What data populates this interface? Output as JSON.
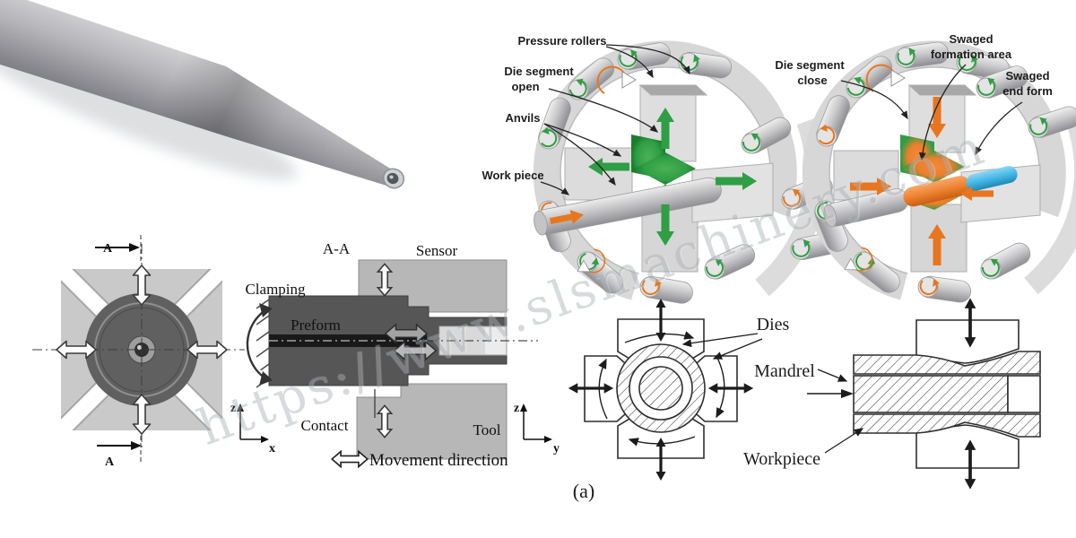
{
  "watermark": {
    "text": "https://www.slsmachinery.com"
  },
  "colors": {
    "green": "#2f9e44",
    "orange": "#e8761f",
    "blue": "#2ea9dd",
    "ring_gray": "#d7d7d7",
    "die_dark": "#565656",
    "tool_gray": "#b7b7b7"
  },
  "heads": {
    "open": {
      "pressure_rollers": "Pressure rollers",
      "die_segment": "Die segment",
      "state": "open",
      "anvils": "Anvils",
      "work_piece": "Work piece"
    },
    "close": {
      "die_segment": "Die segment",
      "state": "close",
      "swaged_formation": "Swaged",
      "formation_area": "formation area",
      "swaged_end": "Swaged",
      "end_form": "end form"
    }
  },
  "section": {
    "a_top": "A",
    "a_bottom": "A",
    "aa": "A-A",
    "sensor": "Sensor",
    "clamping": "Clamping",
    "preform": "Preform",
    "contact": "Contact",
    "tool": "Tool",
    "movement_direction": "Movement direction",
    "z_left": "z",
    "x_left": "x",
    "z_right": "z",
    "y_right": "y"
  },
  "schematic": {
    "dies": "Dies",
    "mandrel": "Mandrel",
    "workpiece": "Workpiece",
    "caption": "(a)"
  }
}
